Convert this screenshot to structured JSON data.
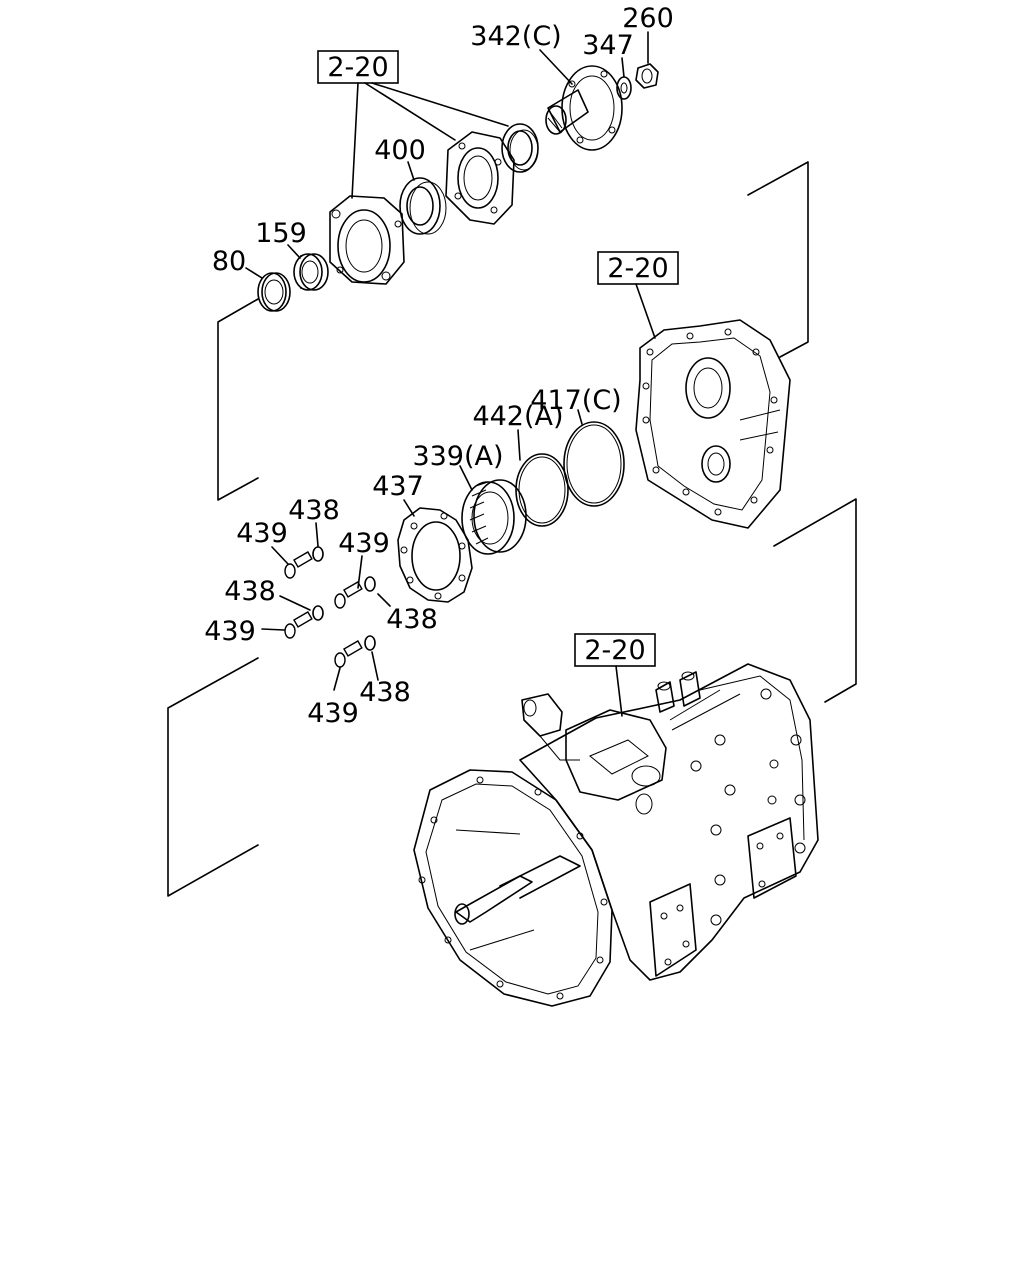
{
  "diagram": {
    "ref_boxes": [
      "2-20",
      "2-20",
      "2-20"
    ],
    "callouts": {
      "c260": "260",
      "c342": "342(C)",
      "c347": "347",
      "c400": "400",
      "c159": "159",
      "c80": "80",
      "c417": "417(C)",
      "c442": "442(A)",
      "c339": "339(A)",
      "c437": "437",
      "c438a": "438",
      "c439a": "439",
      "c439b": "439",
      "c438b": "438",
      "c438c": "438",
      "c439c": "439",
      "c439d": "439",
      "c438d": "438"
    }
  }
}
